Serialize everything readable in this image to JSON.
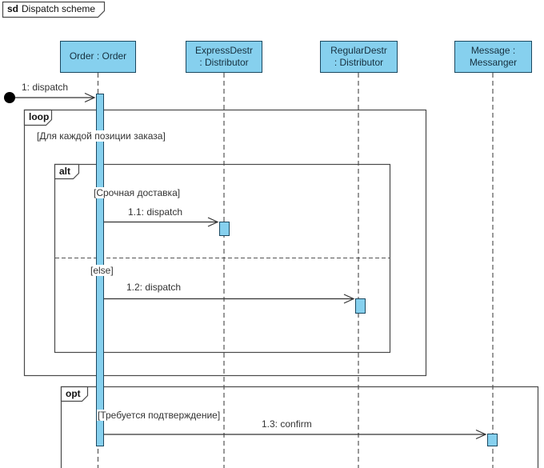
{
  "diagram": {
    "operator": "sd",
    "title": "Dispatch scheme"
  },
  "lifelines": [
    {
      "lines": [
        "Order : Order"
      ]
    },
    {
      "lines": [
        "ExpressDestr",
        ": Distributor"
      ]
    },
    {
      "lines": [
        "RegularDestr",
        ": Distributor"
      ]
    },
    {
      "lines": [
        "Message :",
        "Messanger"
      ]
    }
  ],
  "messages": [
    {
      "label": "1: dispatch"
    },
    {
      "label": "1.1: dispatch"
    },
    {
      "label": "1.2: dispatch"
    },
    {
      "label": "1.3: confirm"
    }
  ],
  "fragments": {
    "loop": {
      "operator": "loop",
      "guard": "[Для каждой позиции заказа]"
    },
    "alt": {
      "operator": "alt",
      "guard_then": "[Срочная доставка]",
      "guard_else": "[else]"
    },
    "opt": {
      "operator": "opt",
      "guard": "[Требуется подтверждение]"
    }
  },
  "colors": {
    "node_fill": "#86D0EE",
    "node_border": "#1B4860",
    "frame_border": "#4A4A4A",
    "lifeline_color": "#555555",
    "arrow_color": "#333333"
  }
}
